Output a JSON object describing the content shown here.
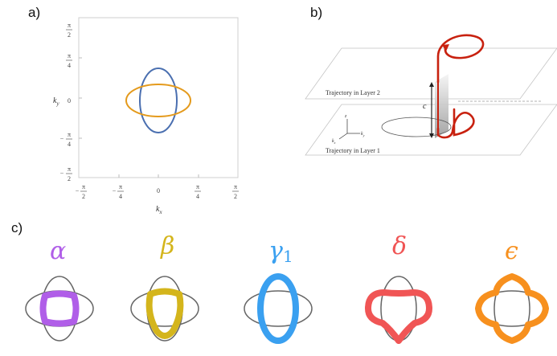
{
  "panels": {
    "a": "a)",
    "b": "b)",
    "c": "c)"
  },
  "panel_a": {
    "x_label": "k",
    "x_sub": "x",
    "y_label": "k",
    "y_sub": "y",
    "ticks_x": [
      {
        "sign": "−",
        "num": "π",
        "den": "2"
      },
      {
        "sign": "−",
        "num": "π",
        "den": "4"
      },
      {
        "sign": "",
        "num": "0",
        "den": ""
      },
      {
        "sign": "",
        "num": "π",
        "den": "4"
      },
      {
        "sign": "",
        "num": "π",
        "den": "2"
      }
    ],
    "ticks_y": [
      {
        "sign": "",
        "num": "π",
        "den": "2"
      },
      {
        "sign": "",
        "num": "π",
        "den": "4"
      },
      {
        "sign": "",
        "num": "0",
        "den": ""
      },
      {
        "sign": "−",
        "num": "π",
        "den": "4"
      },
      {
        "sign": "−",
        "num": "π",
        "den": "2"
      }
    ],
    "colors": {
      "blue": "#4a6fb0",
      "orange": "#e49a1c"
    }
  },
  "panel_b": {
    "layer2_label": "Trajectory in Layer 2",
    "layer1_label": "Trajectory in Layer 1",
    "c_label": "c",
    "axis_z": "z",
    "axis_ky": "k",
    "axis_ky_sub": "y",
    "axis_kx": "k",
    "axis_kx_sub": "x",
    "colors": {
      "trajectory": "#c8210f"
    }
  },
  "panel_c": {
    "items": [
      {
        "symbol": "α",
        "sub": "",
        "color": "#b05ee8"
      },
      {
        "symbol": "β",
        "sub": "",
        "color": "#d4b51c"
      },
      {
        "symbol": "γ",
        "sub": "1",
        "color": "#3aa0f0"
      },
      {
        "symbol": "δ",
        "sub": "",
        "color": "#f05555"
      },
      {
        "symbol": "ϵ",
        "sub": "",
        "color": "#f7901e"
      }
    ],
    "outline_color": "#666666"
  }
}
